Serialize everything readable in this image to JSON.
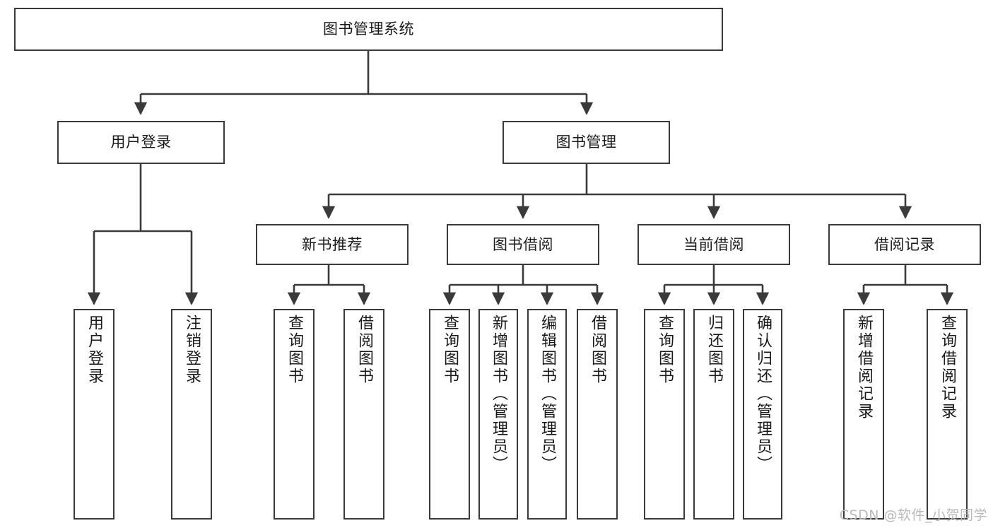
{
  "diagram": {
    "title": "图书管理系统",
    "root": {
      "id": "root",
      "label": "图书管理系统"
    },
    "level2": [
      {
        "id": "user-login",
        "label": "用户登录"
      },
      {
        "id": "book-manage",
        "label": "图书管理"
      }
    ],
    "level3": [
      {
        "id": "new-book-rec",
        "label": "新书推荐"
      },
      {
        "id": "book-borrow",
        "label": "图书借阅"
      },
      {
        "id": "current-borrow",
        "label": "当前借阅"
      },
      {
        "id": "borrow-record",
        "label": "借阅记录"
      }
    ],
    "leaves": {
      "user_login": [
        {
          "id": "leaf-user-login",
          "label": "用户登录"
        },
        {
          "id": "leaf-logout-login",
          "label": "注销登录"
        }
      ],
      "new_book_rec": [
        {
          "id": "leaf-query-book-1",
          "label": "查询图书"
        },
        {
          "id": "leaf-borrow-book-1",
          "label": "借阅图书"
        }
      ],
      "book_borrow": [
        {
          "id": "leaf-query-book-2",
          "label": "查询图书"
        },
        {
          "id": "leaf-add-book",
          "label": "新增图书（管理员）"
        },
        {
          "id": "leaf-edit-book",
          "label": "编辑图书（管理员）"
        },
        {
          "id": "leaf-borrow-book-2",
          "label": "借阅图书"
        }
      ],
      "current_borrow": [
        {
          "id": "leaf-query-book-3",
          "label": "查询图书"
        },
        {
          "id": "leaf-return-book",
          "label": "归还图书"
        },
        {
          "id": "leaf-confirm-return",
          "label": "确认归还（管理员）"
        }
      ],
      "borrow_record": [
        {
          "id": "leaf-add-record",
          "label": "新增借阅记录"
        },
        {
          "id": "leaf-query-record",
          "label": "查询借阅记录"
        }
      ]
    },
    "colors": {
      "stroke": "#3a3a3a",
      "box_fill": "#ffffff",
      "text": "#1a1a1a",
      "background": "#ffffff",
      "watermark": "#b9b9b9"
    }
  },
  "watermark": {
    "text": "CSDN @软件_小贺同学"
  }
}
